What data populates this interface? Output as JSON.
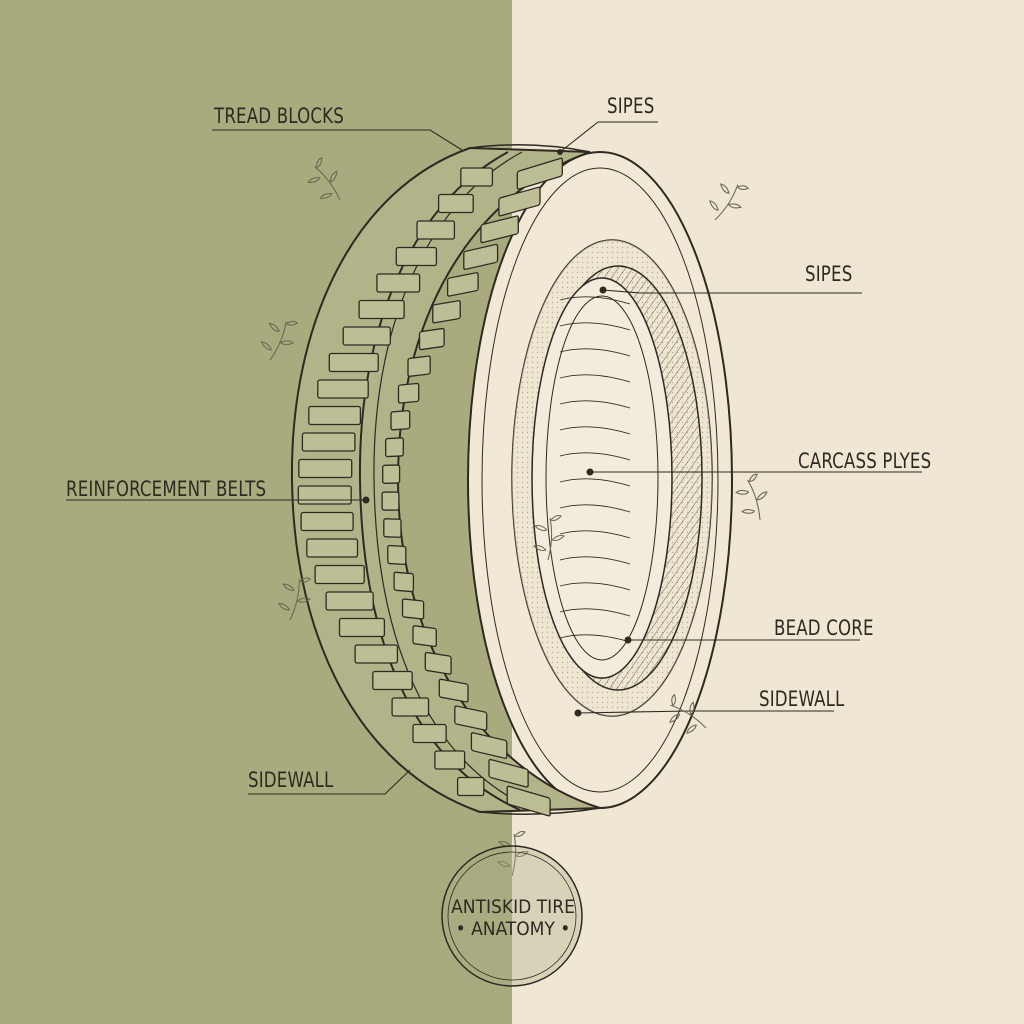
{
  "colors": {
    "left_background": "#a9aa7e",
    "right_background": "#efe6d3",
    "ink": "#2e2a22",
    "foliage": "#6b6b55"
  },
  "labels": {
    "tread_blocks": "TREAD BLOCKS",
    "sipes_top": "SIPES",
    "sipes_right": "SIPES",
    "carcass_plyes": "CARCASS PLYES",
    "reinforcement_belts": "REINFORCEMENT BELTS",
    "bead_core": "BEAD CORE",
    "sidewall_right": "SIDEWALL",
    "sidewall_left": "SIDEWALL"
  },
  "badge": {
    "line1": "ANTISKID TIRE",
    "line2": "• ANATOMY •"
  },
  "icons": [
    "leaf-sprig-icon",
    "tire-illustration"
  ]
}
